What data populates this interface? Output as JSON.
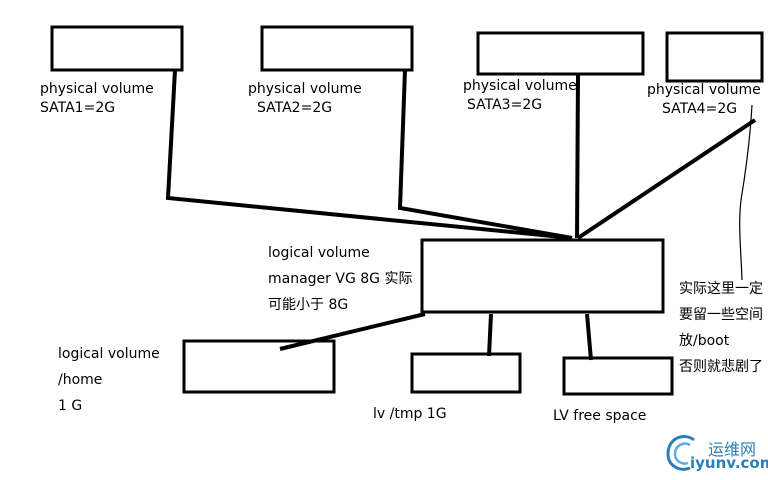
{
  "pv_labels": [
    {
      "name": "physical volume",
      "size": "SATA1=2G"
    },
    {
      "name": "physical volume",
      "size": "SATA2=2G"
    },
    {
      "name": "physical volume",
      "size": "SATA3=2G"
    },
    {
      "name": "physical volume",
      "size": "SATA4=2G"
    }
  ],
  "vg": {
    "line1": "logical volume",
    "line2": "manager VG 8G 实际",
    "line3": "可能小于 8G"
  },
  "lv_home": {
    "line1": "logical volume",
    "line2": "/home",
    "line3": "1 G"
  },
  "lv_tmp": {
    "label": "lv /tmp 1G"
  },
  "lv_free": {
    "label": "LV free space"
  },
  "note": {
    "line1": "实际这里一定",
    "line2": "要留一些空间",
    "line3": "放/boot",
    "line4": "否则就悲剧了"
  },
  "watermark": {
    "cn": "运维网",
    "en": "iyunv.com",
    "color": "#2a7fb8"
  }
}
